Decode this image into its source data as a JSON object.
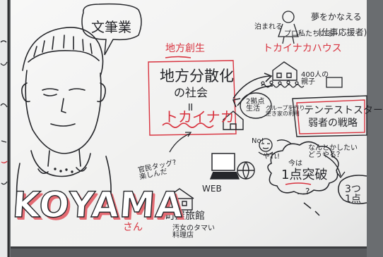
{
  "person": {
    "name": "KOYAMA",
    "honorific": "さん",
    "speech": "文筆業"
  },
  "center": {
    "heading": "地方創生",
    "line1": "地方分散化",
    "line2": "の社会",
    "equals": "॥",
    "line3": "トカイナカ"
  },
  "tokainaka_house": {
    "title": "トカイナカハウス",
    "stay": "泊まれる",
    "building": "400人の\n親子",
    "dreams": "夢をかなえる",
    "pro": "プロ私たちいる",
    "supporters": "(仕事応援者)"
  },
  "multi_base": {
    "label": "2拠点\n生活",
    "note": "グループを作り\n空き家の利用"
  },
  "tentest": {
    "title": "テンテストスター",
    "subtitle": "弱者の戦略"
  },
  "thought": {
    "label": "1点突破",
    "prefix": "今は",
    "question": "…?"
  },
  "misc": {
    "note_somehow": "なんとかしたい\nどうやる？",
    "number": "3つ\n1点",
    "guest": "官民タッグ?\n楽しんだ",
    "web": "WEB",
    "inn": "町屋旅館",
    "inn_note": "汚女のタマい\n料理店",
    "no": "No!",
    "yes": "やれ!"
  }
}
